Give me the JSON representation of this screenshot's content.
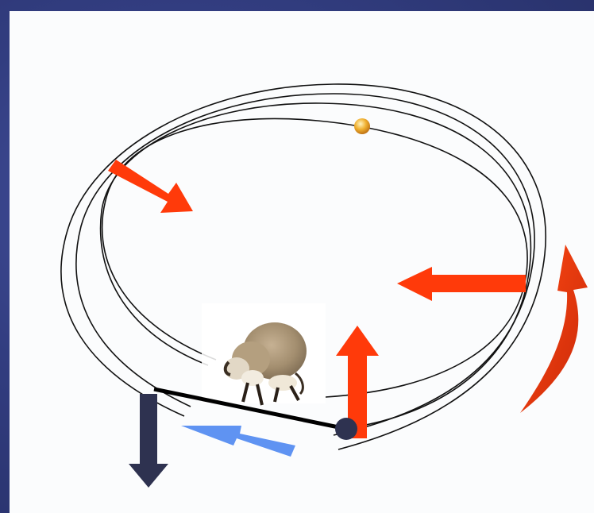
{
  "colors": {
    "background": "#2f3a78",
    "panel": "#fbfcfd",
    "orbit_lines": "#111111",
    "force_arrows": "#ff3a0a",
    "rotation_arrow": "#e03010",
    "weight_arrow": "#2e3250",
    "velocity_arrow": "#5f93f2",
    "bob": "#2e3250",
    "marker": "#e8a020"
  },
  "diagram": {
    "elements": [
      "orbit-curves",
      "inward-arrow-upper-left",
      "inward-arrow-right",
      "upward-arrow",
      "rotation-arrow",
      "weight-arrow",
      "velocity-arrow",
      "pendulum-string",
      "pendulum-bob",
      "animal-image",
      "orbit-marker"
    ]
  }
}
